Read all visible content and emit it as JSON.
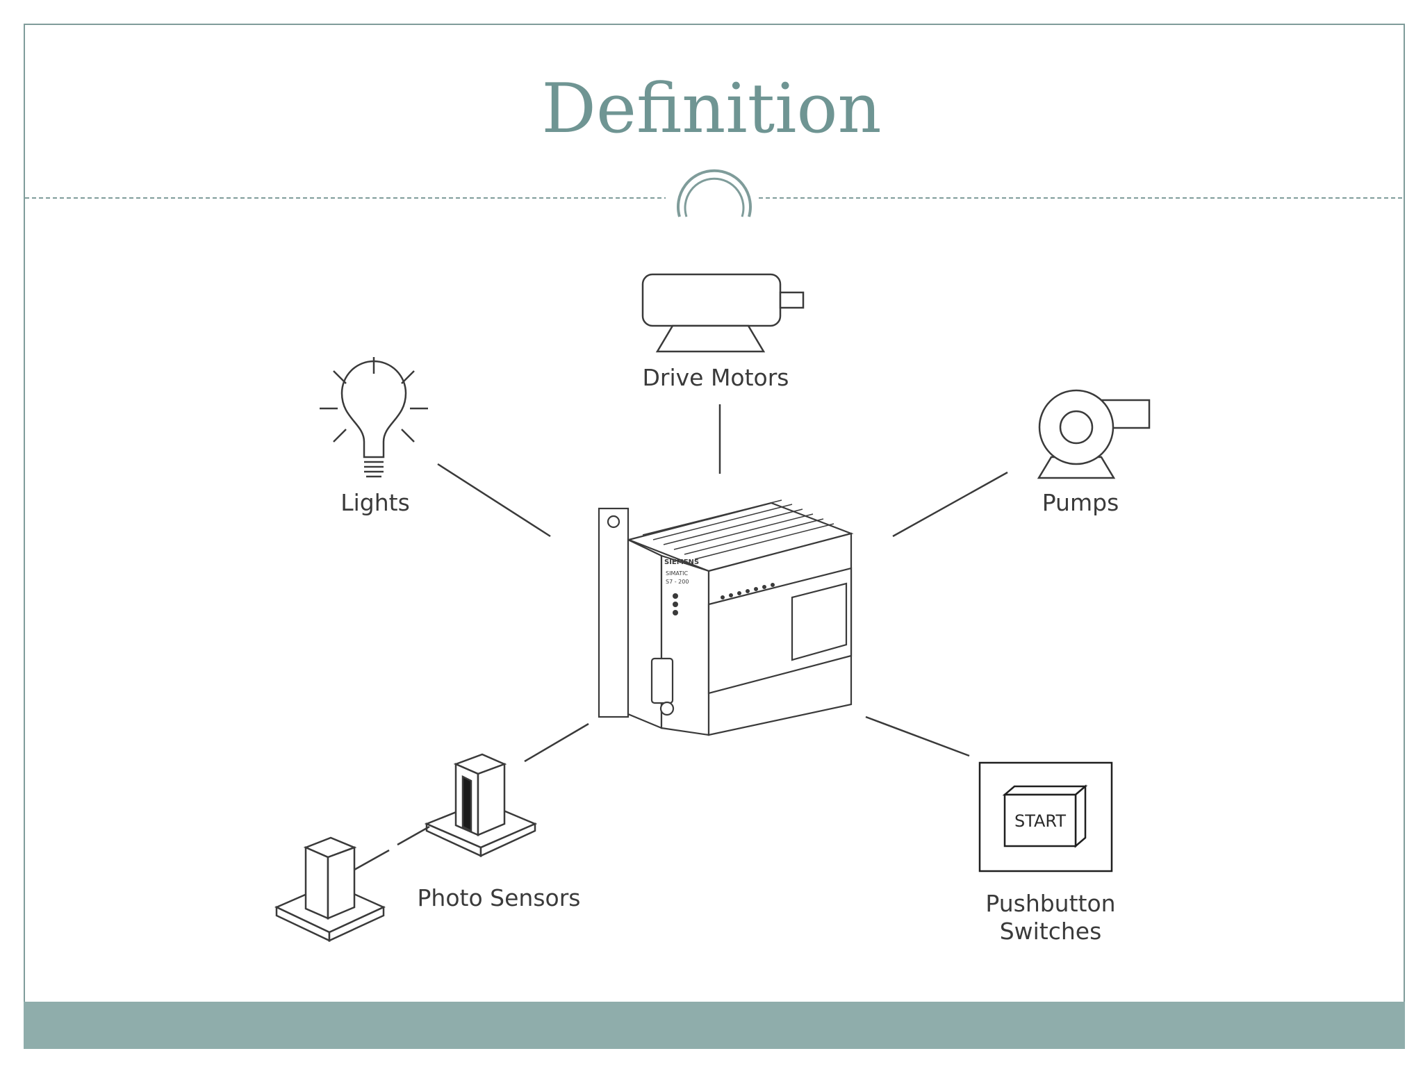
{
  "slide": {
    "title": "Definition"
  },
  "diagram": {
    "labels": {
      "drive_motors": "Drive Motors",
      "lights": "Lights",
      "pumps": "Pumps",
      "photo_sensors": "Photo Sensors",
      "pushbutton_line1": "Pushbutton",
      "pushbutton_line2": "Switches",
      "start_button": "START",
      "plc_brand": "SIEMENS",
      "plc_model_line1": "SIMATIC",
      "plc_model_line2": "S7 - 200"
    }
  },
  "colors": {
    "accent": "#6f9593",
    "frame": "#7f9c9a",
    "footer": "#8fadab",
    "line_art": "#3a3a3a"
  }
}
